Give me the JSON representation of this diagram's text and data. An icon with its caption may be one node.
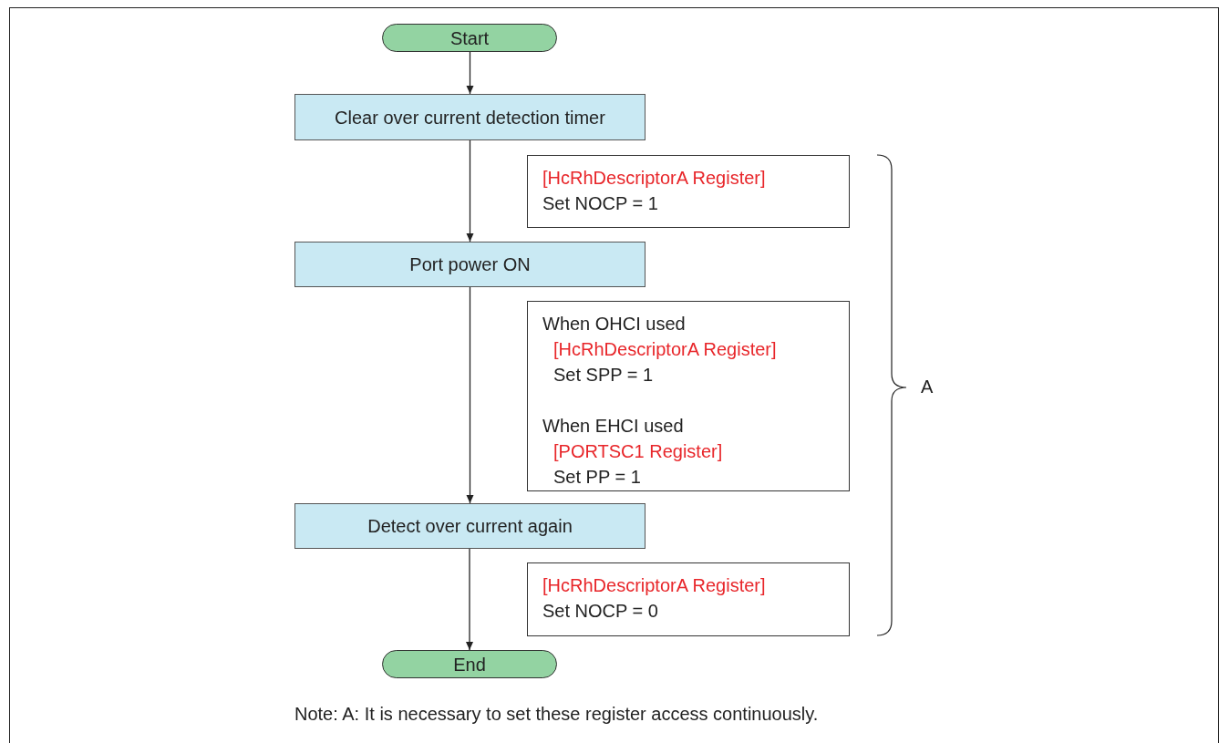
{
  "diagram": {
    "nodes": [
      {
        "text": [
          "Start"
        ]
      },
      {
        "text": [
          "Clear over current detection timer"
        ]
      },
      {
        "text": [
          "[HcRhDescriptorA Register]",
          "Set NOCP = 1"
        ]
      },
      {
        "text": [
          "Port power ON"
        ]
      },
      {
        "text": [
          "When OHCI used",
          "[HcRhDescriptorA Register]",
          "Set SPP = 1",
          "When EHCI used",
          "[PORTSC1 Register]",
          "Set PP = 1"
        ]
      },
      {
        "text": [
          "Detect over current again"
        ]
      },
      {
        "text": [
          "[HcRhDescriptorA Register]",
          "Set NOCP = 0"
        ]
      },
      {
        "text": [
          "End"
        ]
      }
    ],
    "edges": [
      {
        "from": 0,
        "to": 1,
        "arrow": "to"
      },
      {
        "from": 1,
        "to": 3,
        "arrow": "to"
      },
      {
        "from": 3,
        "to": 5,
        "arrow": "to"
      },
      {
        "from": 5,
        "to": 7,
        "arrow": "to"
      }
    ],
    "labels": [
      "A",
      "Note: A: It is necessary to set these register access continuously."
    ]
  }
}
